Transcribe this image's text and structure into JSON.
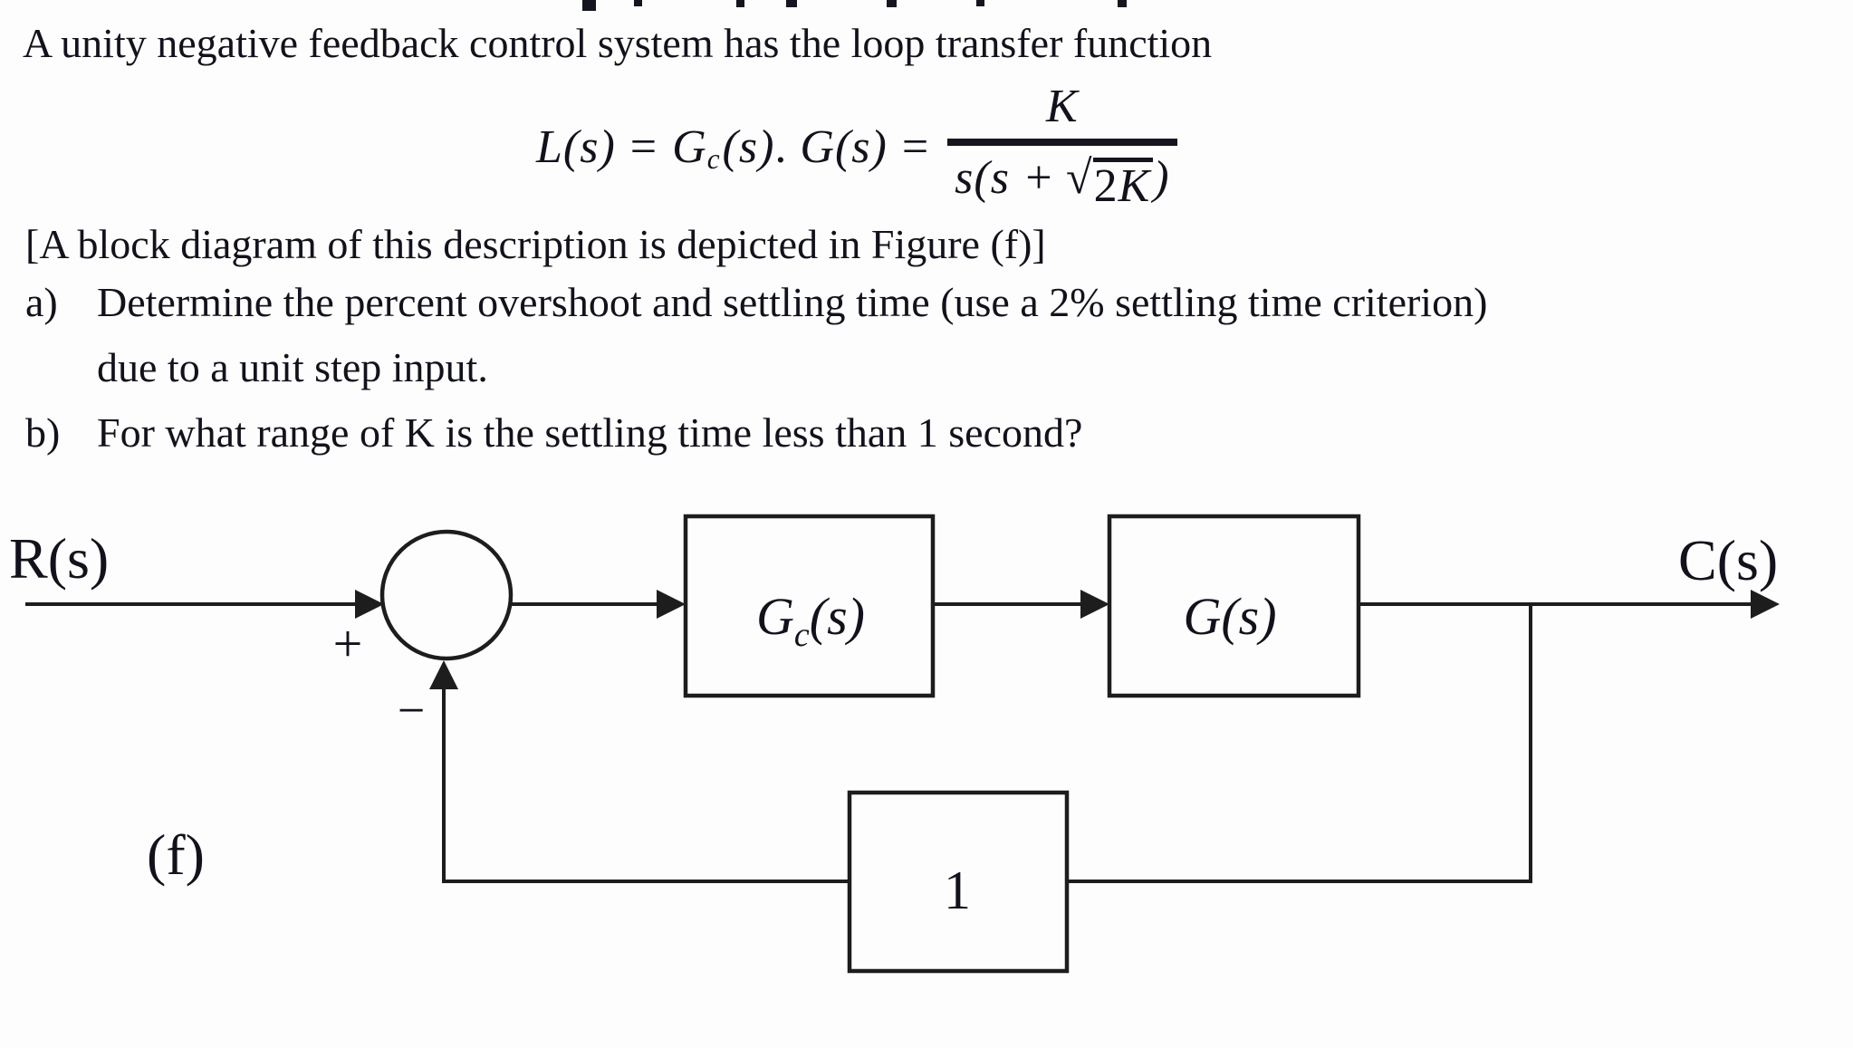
{
  "problem": {
    "intro_line": "A unity negative feedback control system has the loop transfer function",
    "equation": {
      "lhs": "L(s)",
      "equals_1": "=",
      "controller_g": "G",
      "controller_sub": "c",
      "controller_args": "(s)",
      "dot": ".",
      "plant_term": "G(s)",
      "equals_2": "=",
      "numerator": "K",
      "denominator_prefix": "s(s +",
      "radical_symbol": "√",
      "radicand_coeff": "2",
      "radicand_var": "K",
      "denominator_suffix": ")"
    },
    "figure_note": "[A block diagram of this description is depicted in Figure (f)]",
    "parts": [
      {
        "label": "a)",
        "line1": "Determine the percent overshoot and settling time (use a 2% settling time criterion)",
        "line2": "due to a unit step input."
      },
      {
        "label": "b)",
        "line1": "For what range of K is the settling time less than 1 second?"
      }
    ]
  },
  "diagram": {
    "input_label": "R(s)",
    "output_label": "C(s)",
    "figure_label": "(f)",
    "plus_sign": "+",
    "minus_sign": "−",
    "controller_block": {
      "g": "G",
      "sub": "c",
      "args": "(s)"
    },
    "plant_block_label": "G(s)",
    "feedback_block_label": "1"
  },
  "colors": {
    "ink": "#1d1d1d",
    "text": "#12121c",
    "background": "#fdfdfd"
  }
}
